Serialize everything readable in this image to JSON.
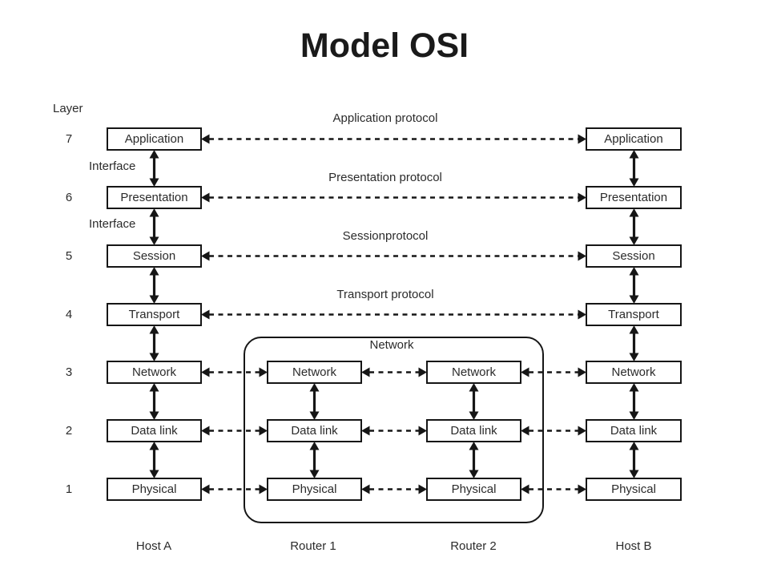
{
  "title": "Model OSI",
  "axis": {
    "label": "Layer"
  },
  "layers": [
    {
      "number": "7",
      "name": "Application"
    },
    {
      "number": "6",
      "name": "Presentation"
    },
    {
      "number": "5",
      "name": "Session"
    },
    {
      "number": "4",
      "name": "Transport"
    },
    {
      "number": "3",
      "name": "Network"
    },
    {
      "number": "2",
      "name": "Data link"
    },
    {
      "number": "1",
      "name": "Physical"
    }
  ],
  "interface_labels": [
    "Interface",
    "Interface"
  ],
  "protocol_labels": {
    "application": "Application protocol",
    "presentation": "Presentation protocol",
    "session": "Sessionprotocol",
    "transport": "Transport protocol"
  },
  "network_cloud": {
    "label": "Network"
  },
  "node_labels": {
    "host_a": "Host A",
    "router_1": "Router 1",
    "router_2": "Router 2",
    "host_b": "Host B"
  },
  "colors": {
    "line": "#161616",
    "text": "#2b2b2b",
    "background": "#ffffff"
  }
}
